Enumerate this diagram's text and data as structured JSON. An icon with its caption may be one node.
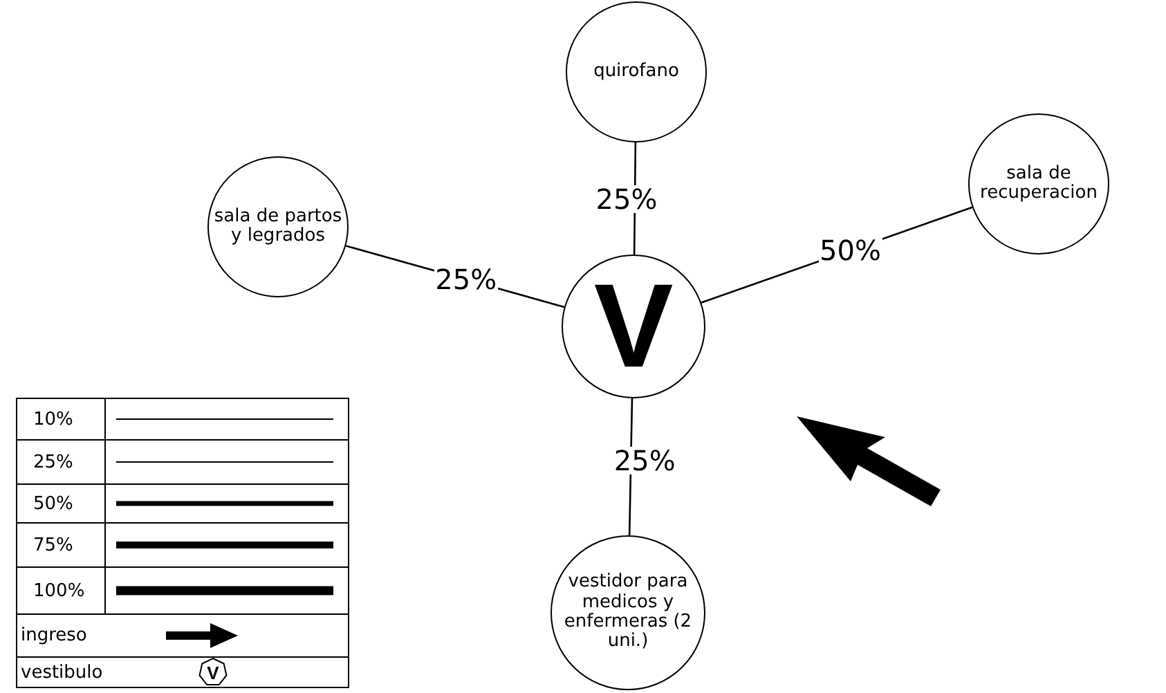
{
  "diagram": {
    "nodes": [
      {
        "text": [
          "quirofano"
        ]
      },
      {
        "text": [
          "sala de partos y legrados"
        ]
      },
      {
        "text": [
          "sala de recuperacion"
        ]
      },
      {
        "text": [
          "V"
        ]
      },
      {
        "text": [
          "vestidor para medicos y enfermeras (2 uni.)"
        ]
      }
    ],
    "edges": [
      {
        "from": 0,
        "to": 3,
        "arrow": "none",
        "label": "25%"
      },
      {
        "from": 1,
        "to": 3,
        "arrow": "none",
        "label": "25%"
      },
      {
        "from": 2,
        "to": 3,
        "arrow": "none",
        "label": "50%"
      },
      {
        "from": 3,
        "to": 4,
        "arrow": "none",
        "label": "25%"
      }
    ],
    "labels": [
      "V"
    ],
    "legend": [
      {
        "text": "10%"
      },
      {
        "text": "25%"
      },
      {
        "text": "50%"
      },
      {
        "text": "75%"
      },
      {
        "text": "100%"
      },
      {
        "text": "ingreso"
      },
      {
        "text": "vestibulo"
      }
    ]
  }
}
